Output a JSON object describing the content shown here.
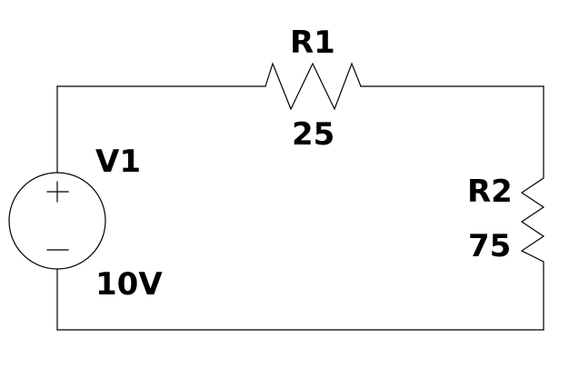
{
  "components": {
    "source": {
      "name": "V1",
      "value": "10V"
    },
    "resistor_top": {
      "name": "R1",
      "value": "25"
    },
    "resistor_right": {
      "name": "R2",
      "value": "75"
    }
  },
  "colors": {
    "line": "#000000",
    "background": "#ffffff"
  }
}
